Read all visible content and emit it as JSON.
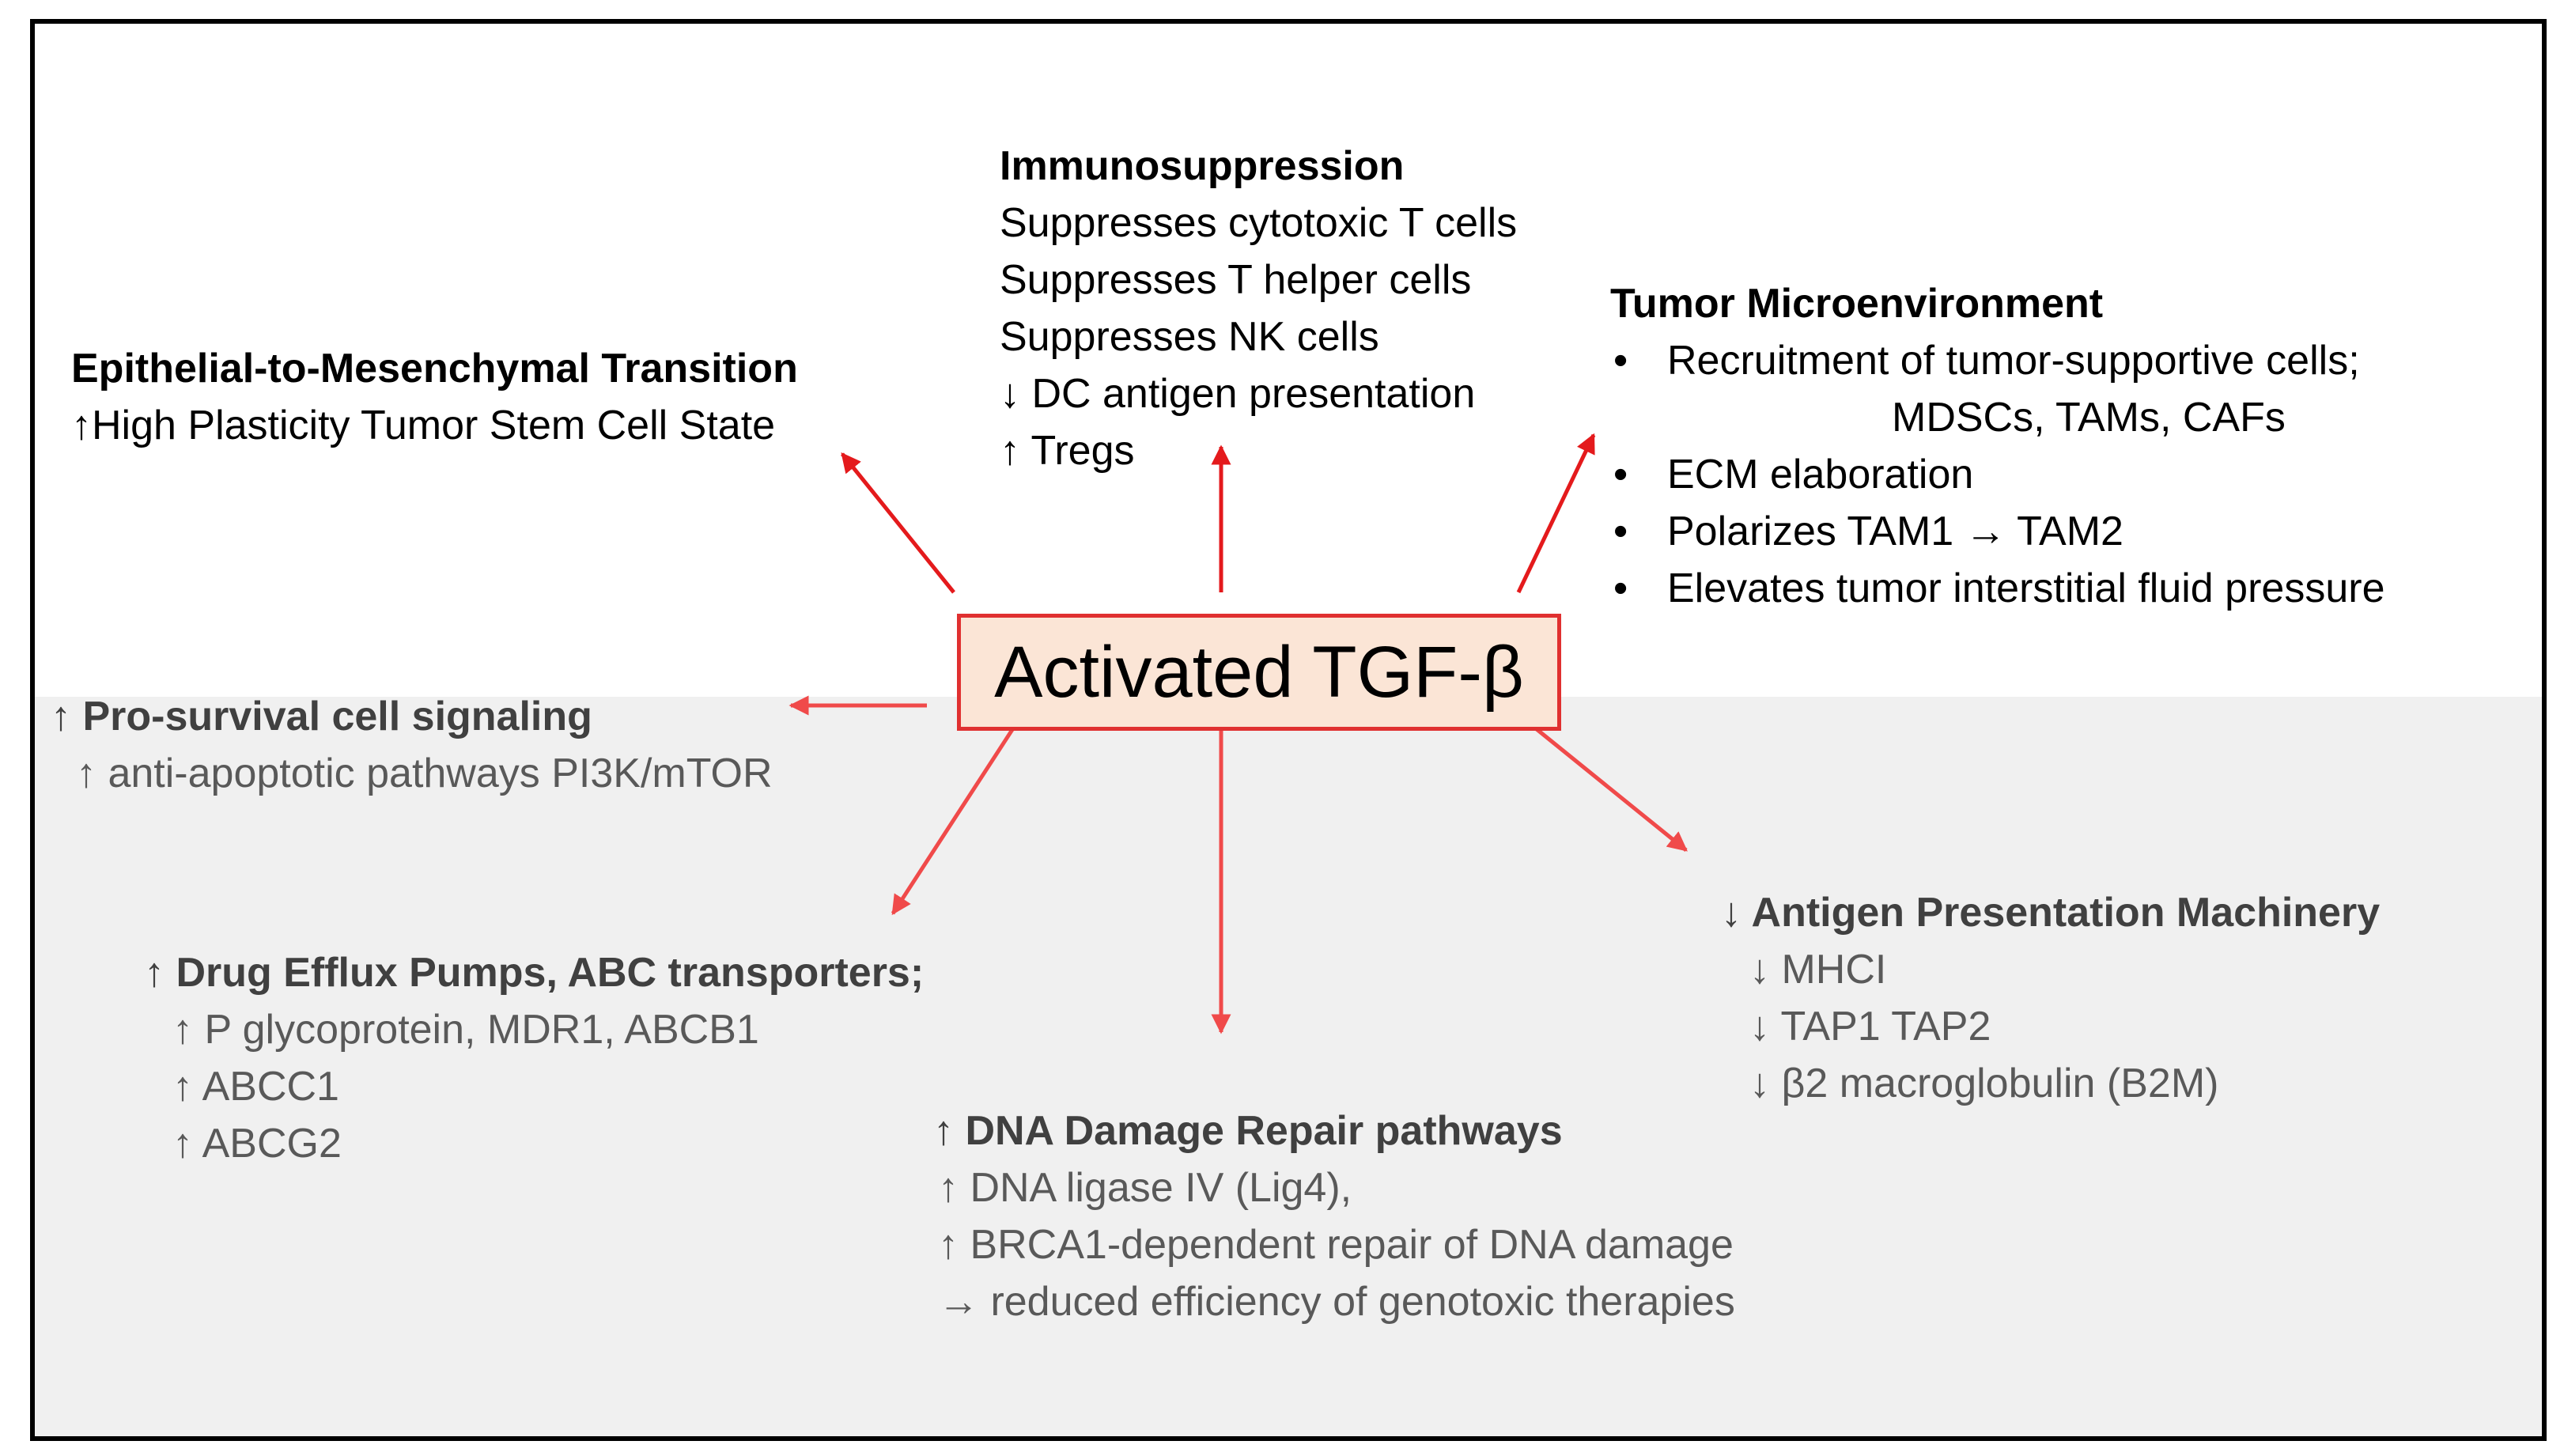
{
  "center": {
    "label": "Activated TGF-β"
  },
  "colors": {
    "arrow_top": "#e41a1c",
    "arrow_bottom": "#f04a4a",
    "box_fill": "#fbe5d6",
    "box_border": "#e03030",
    "lower_band": "#f0f0f0"
  },
  "emt": {
    "title": "Epithelial-to-Mesenchymal Transition",
    "lines": [
      "↑High Plasticity Tumor Stem Cell State"
    ]
  },
  "immuno": {
    "title": "Immunosuppression",
    "lines": [
      "Suppresses cytotoxic T cells",
      "Suppresses T helper cells",
      "Suppresses NK cells",
      "↓ DC antigen presentation",
      "↑ Tregs"
    ]
  },
  "tme": {
    "title": "Tumor Microenvironment",
    "bullet1": "Recruitment of tumor-supportive cells;",
    "bullet1_cont": "MDSCs, TAMs, CAFs",
    "bullet2": "ECM elaboration",
    "bullet3": "Polarizes TAM1 → TAM2",
    "bullet4": "Elevates tumor interstitial fluid pressure"
  },
  "prosurvival": {
    "title": "↑ Pro-survival cell signaling",
    "lines": [
      "↑ anti-apoptotic pathways PI3K/mTOR"
    ]
  },
  "efflux": {
    "title": "↑ Drug Efflux Pumps, ABC transporters;",
    "lines": [
      "↑  P glycoprotein, MDR1, ABCB1",
      "↑  ABCC1",
      "↑  ABCG2"
    ]
  },
  "dna": {
    "title": "↑ DNA Damage Repair pathways",
    "lines": [
      "↑ DNA ligase IV (Lig4),",
      "↑ BRCA1-dependent repair of DNA damage",
      "→ reduced efficiency of genotoxic therapies"
    ]
  },
  "antigen": {
    "title": "↓ Antigen Presentation Machinery",
    "lines": [
      "↓ MHCI",
      "↓ TAP1 TAP2",
      "↓ β2 macroglobulin (B2M)"
    ]
  }
}
